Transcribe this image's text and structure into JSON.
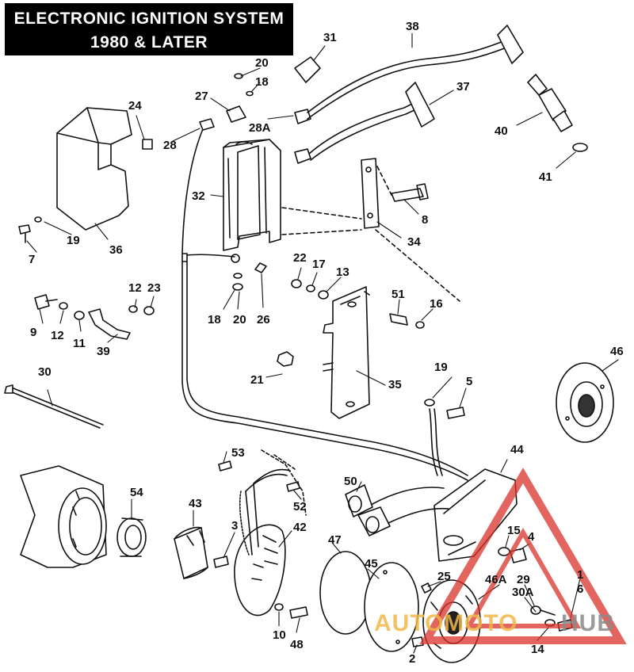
{
  "title": {
    "line1": "ELECTRONIC IGNITION SYSTEM",
    "line2": "1980 & LATER"
  },
  "callouts": {
    "c1": "1",
    "c2": "2",
    "c3": "3",
    "c4": "4",
    "c5": "5",
    "c6": "6",
    "c7": "7",
    "c8": "8",
    "c9": "9",
    "c10": "10",
    "c11": "11",
    "c12a": "12",
    "c12b": "12",
    "c13": "13",
    "c14": "14",
    "c15": "15",
    "c16": "16",
    "c17": "17",
    "c18a": "18",
    "c18b": "18",
    "c19a": "19",
    "c19b": "19",
    "c20a": "20",
    "c20b": "20",
    "c21": "21",
    "c22": "22",
    "c23": "23",
    "c24": "24",
    "c25": "25",
    "c26": "26",
    "c27": "27",
    "c28": "28",
    "c28a": "28A",
    "c29": "29",
    "c30": "30",
    "c30a": "30A",
    "c31": "31",
    "c32": "32",
    "c34": "34",
    "c35": "35",
    "c36": "36",
    "c37": "37",
    "c38": "38",
    "c39": "39",
    "c40": "40",
    "c41": "41",
    "c42": "42",
    "c43": "43",
    "c44": "44",
    "c45": "45",
    "c46": "46",
    "c46a": "46A",
    "c47": "47",
    "c48": "48",
    "c50": "50",
    "c51": "51",
    "c52": "52",
    "c53": "53",
    "c54": "54"
  },
  "watermark": {
    "part1": "AUTO",
    "part2": "MOTO",
    "part3": "HUB",
    "color_gold": "#f0b84a",
    "color_red": "#d9312b",
    "color_gray": "#8a8a8a"
  }
}
